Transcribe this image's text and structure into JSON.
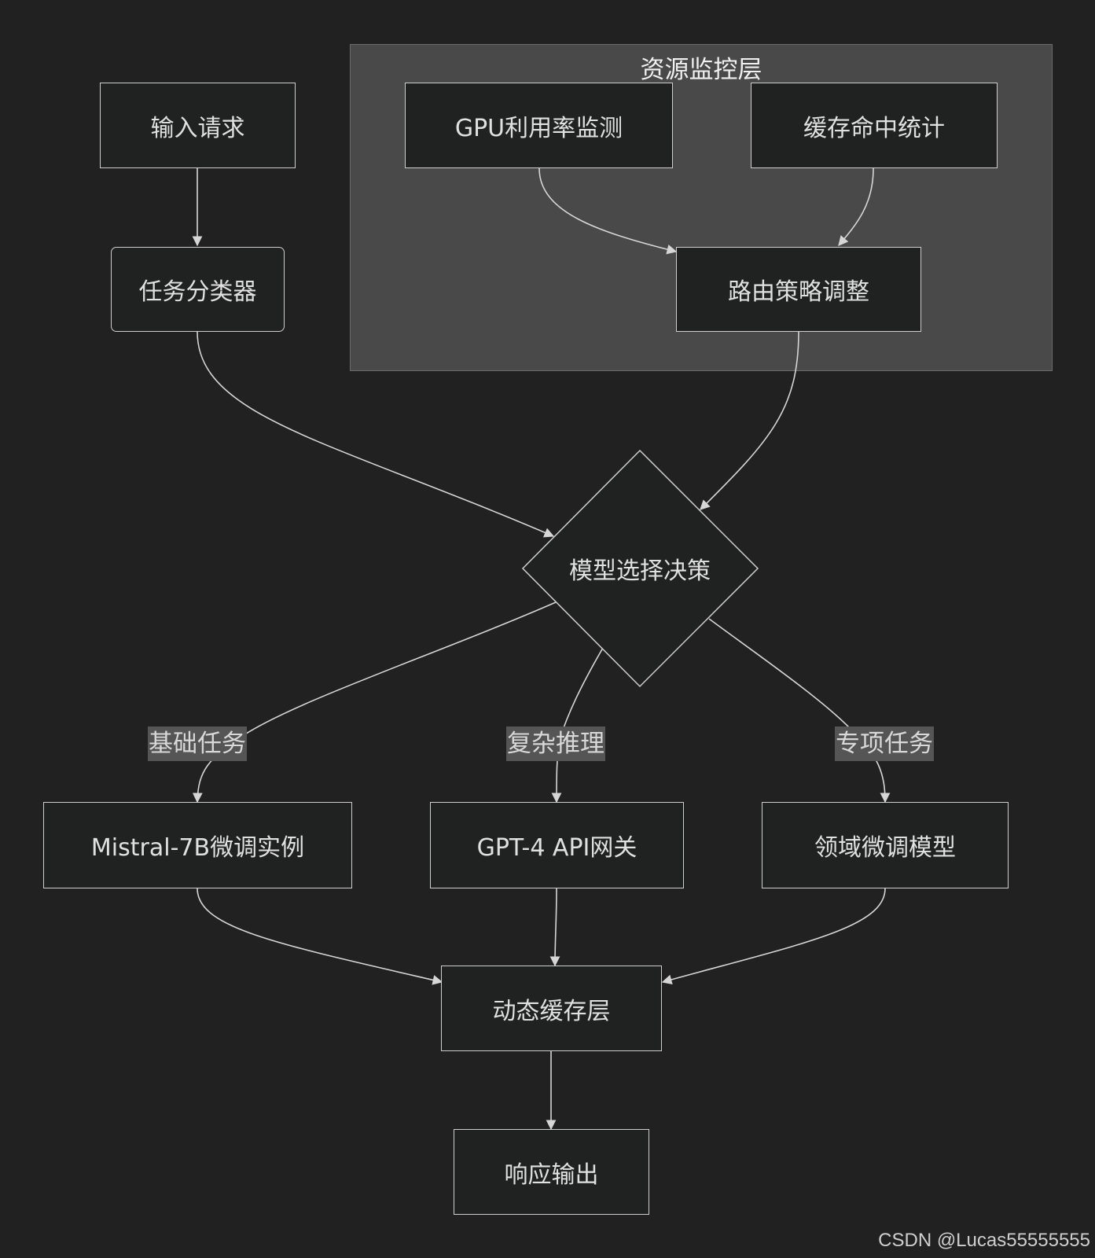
{
  "subgraph": {
    "title": "资源监控层"
  },
  "nodes": {
    "input_request": "输入请求",
    "task_classifier": "任务分类器",
    "gpu_monitor": "GPU利用率监测",
    "cache_stats": "缓存命中统计",
    "routing_adjust": "路由策略调整",
    "model_decision": "模型选择决策",
    "mistral": "Mistral-7B微调实例",
    "gpt4": "GPT-4 API网关",
    "domain_model": "领域微调模型",
    "dynamic_cache": "动态缓存层",
    "response_output": "响应输出"
  },
  "edge_labels": {
    "basic_task": "基础任务",
    "complex_reasoning": "复杂推理",
    "specialized_task": "专项任务"
  },
  "watermark": "CSDN @Lucas55555555"
}
